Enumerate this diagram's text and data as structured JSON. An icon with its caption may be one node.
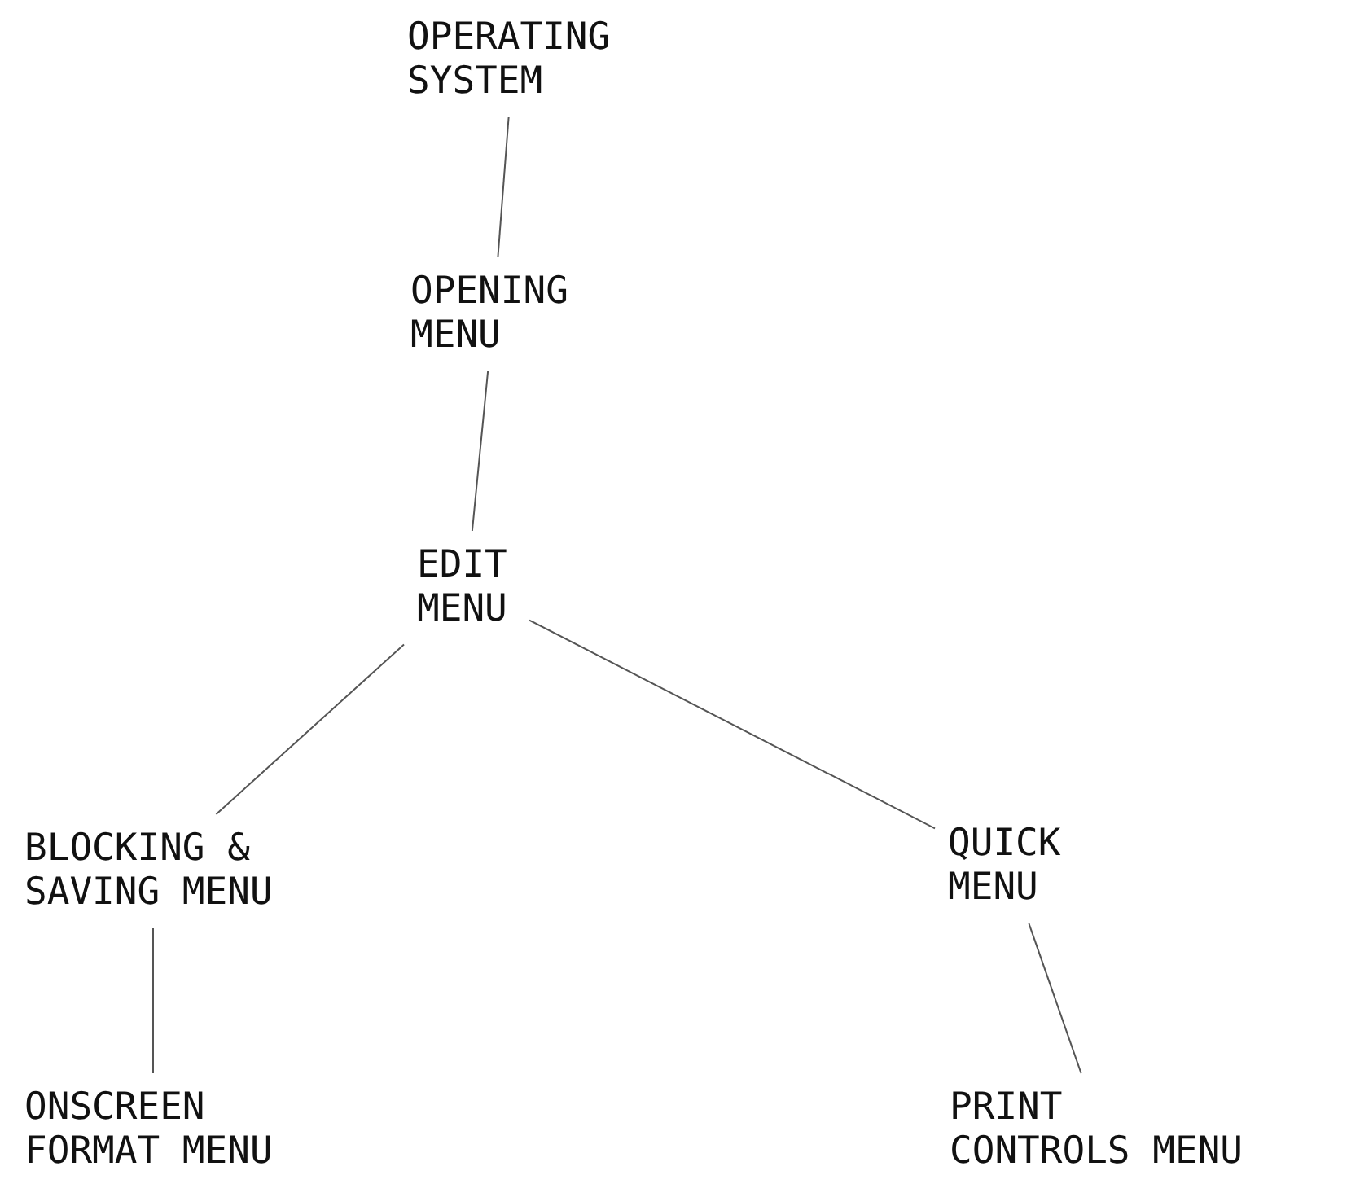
{
  "diagram": {
    "nodes": [
      {
        "text": [
          "OPERATING SYSTEM"
        ]
      },
      {
        "text": [
          "OPENING MENU"
        ]
      },
      {
        "text": [
          "EDIT MENU"
        ]
      },
      {
        "text": [
          "BLOCKING & SAVING MENU"
        ]
      },
      {
        "text": [
          "QUICK MENU"
        ]
      },
      {
        "text": [
          "ONSCREEN FORMAT MENU"
        ]
      },
      {
        "text": [
          "PRINT CONTROLS MENU"
        ]
      }
    ],
    "edges": [
      {
        "from": 0,
        "to": 1,
        "arrow": "none"
      },
      {
        "from": 1,
        "to": 2,
        "arrow": "none"
      },
      {
        "from": 2,
        "to": 3,
        "arrow": "none"
      },
      {
        "from": 2,
        "to": 4,
        "arrow": "none"
      },
      {
        "from": 3,
        "to": 5,
        "arrow": "none"
      },
      {
        "from": 4,
        "to": 6,
        "arrow": "none"
      }
    ]
  }
}
